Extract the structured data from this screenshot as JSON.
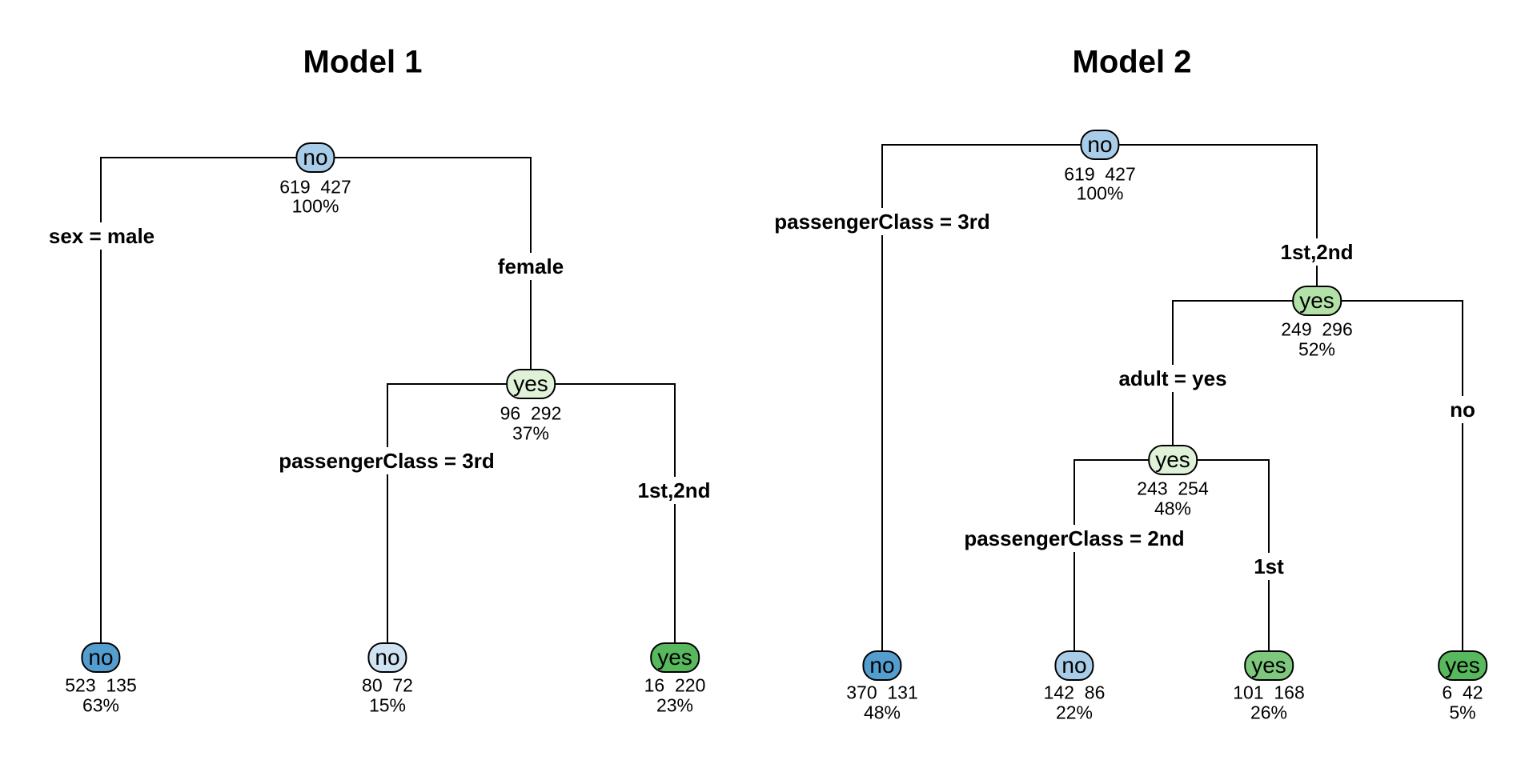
{
  "figure": {
    "background_color": "#FFFFFF",
    "line_color": "#000000",
    "class_labels": {
      "negative": "no",
      "positive": "yes"
    },
    "palette": {
      "blue_dark": "#549DCF",
      "blue_medium": "#A9CDE8",
      "blue_pale": "#CFE3F3",
      "green_dark": "#57B85E",
      "green_medium": "#7EC87E",
      "green_light": "#B2E2A8",
      "green_pale": "#DFF2D8"
    }
  },
  "models": [
    {
      "title": "Model 1",
      "nodes": [
        {
          "id": "root",
          "label": "no",
          "counts": "619  427",
          "percent": "100%",
          "fill": "#A9CDE8"
        },
        {
          "id": "female-subtree",
          "label": "yes",
          "counts": "96  292",
          "percent": "37%",
          "fill": "#DFF2D8"
        },
        {
          "id": "leaf-male",
          "label": "no",
          "counts": "523  135",
          "percent": "63%",
          "fill": "#549DCF"
        },
        {
          "id": "leaf-female-3rd",
          "label": "no",
          "counts": "80  72",
          "percent": "15%",
          "fill": "#CFE3F3"
        },
        {
          "id": "leaf-female-1st2nd",
          "label": "yes",
          "counts": "16  220",
          "percent": "23%",
          "fill": "#57B85E"
        }
      ],
      "edge_labels": [
        {
          "id": "split-sex-left",
          "label": "sex = male"
        },
        {
          "id": "split-sex-right",
          "label": "female"
        },
        {
          "id": "split-class-left",
          "label": "passengerClass = 3rd"
        },
        {
          "id": "split-class-right",
          "label": "1st,2nd"
        }
      ]
    },
    {
      "title": "Model 2",
      "nodes": [
        {
          "id": "root",
          "label": "no",
          "counts": "619  427",
          "percent": "100%",
          "fill": "#A9CDE8"
        },
        {
          "id": "class12-subtree",
          "label": "yes",
          "counts": "249  296",
          "percent": "52%",
          "fill": "#B2E2A8"
        },
        {
          "id": "adult-subtree",
          "label": "yes",
          "counts": "243  254",
          "percent": "48%",
          "fill": "#DFF2D8"
        },
        {
          "id": "leaf-3rd",
          "label": "no",
          "counts": "370  131",
          "percent": "48%",
          "fill": "#549DCF"
        },
        {
          "id": "leaf-2nd-adult",
          "label": "no",
          "counts": "142  86",
          "percent": "22%",
          "fill": "#A9CDE8"
        },
        {
          "id": "leaf-1st-adult",
          "label": "yes",
          "counts": "101  168",
          "percent": "26%",
          "fill": "#7EC87E"
        },
        {
          "id": "leaf-child",
          "label": "yes",
          "counts": "6  42",
          "percent": "5%",
          "fill": "#57B85E"
        }
      ],
      "edge_labels": [
        {
          "id": "split-class-left",
          "label": "passengerClass = 3rd"
        },
        {
          "id": "split-class-right",
          "label": "1st,2nd"
        },
        {
          "id": "split-adult-left",
          "label": "adult = yes"
        },
        {
          "id": "split-adult-right",
          "label": "no"
        },
        {
          "id": "split-class2-left",
          "label": "passengerClass = 2nd"
        },
        {
          "id": "split-class2-right",
          "label": "1st"
        }
      ]
    }
  ]
}
